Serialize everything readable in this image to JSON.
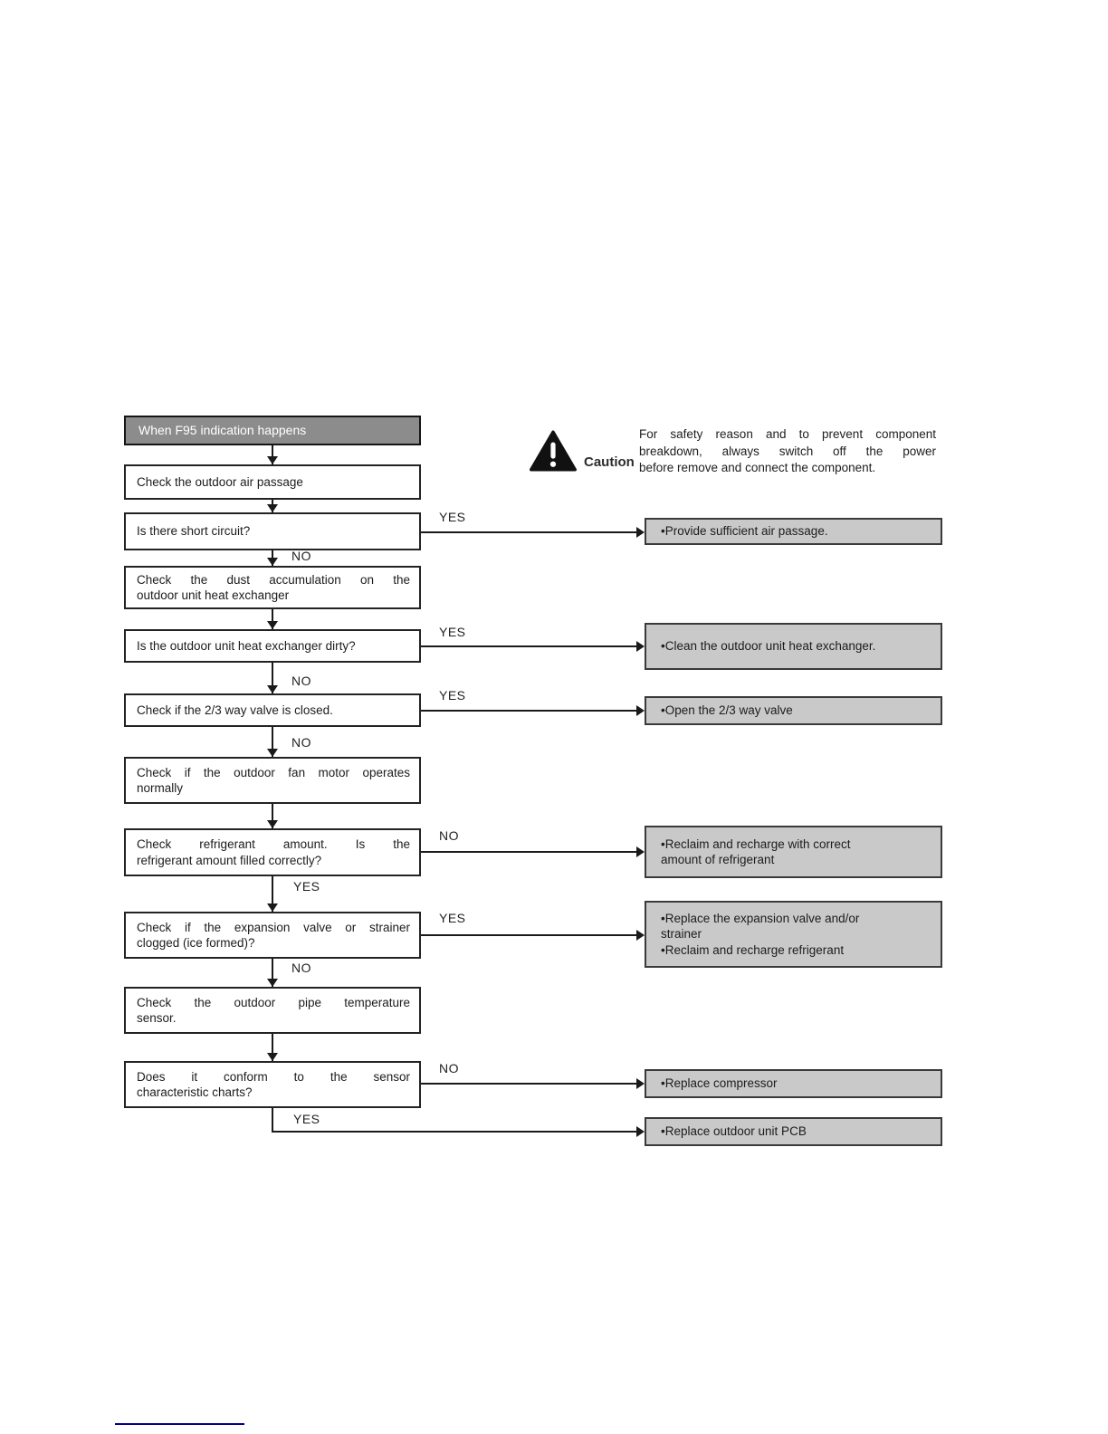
{
  "labels": {
    "yes": "YES",
    "no": "NO"
  },
  "caution": {
    "title": "Caution",
    "lines": [
      "For safety reason and to prevent component",
      "breakdown, always switch off the power",
      "before remove and connect the component."
    ]
  },
  "flowchart": {
    "start": {
      "lines": [
        "When F95 indication happens"
      ]
    },
    "steps": [
      {
        "lines": [
          "Check the outdoor air passage"
        ]
      },
      {
        "lines": [
          "Is there short circuit?"
        ]
      },
      {
        "lines": [
          "Check the dust accumulation on the",
          "outdoor unit heat exchanger"
        ]
      },
      {
        "lines": [
          "Is the outdoor unit heat exchanger dirty?"
        ]
      },
      {
        "lines": [
          "Check if the 2/3 way valve is closed."
        ]
      },
      {
        "lines": [
          "Check if the outdoor fan motor operates",
          "normally"
        ]
      },
      {
        "lines": [
          "Check refrigerant amount. Is the",
          "refrigerant amount filled correctly?"
        ]
      },
      {
        "lines": [
          "Check if the expansion valve or strainer",
          "clogged (ice formed)?"
        ]
      },
      {
        "lines": [
          "Check the outdoor pipe temperature",
          "sensor."
        ]
      },
      {
        "lines": [
          "Does it conform to the sensor",
          "characteristic charts?"
        ]
      }
    ],
    "actions": [
      {
        "lines": [
          "•Provide sufficient air passage."
        ]
      },
      {
        "lines": [
          "•Clean the outdoor unit heat exchanger."
        ]
      },
      {
        "lines": [
          "•Open the 2/3 way valve"
        ]
      },
      {
        "lines": [
          "•Reclaim and recharge with correct",
          "amount of refrigerant"
        ]
      },
      {
        "lines": [
          "•Replace the expansion valve and/or",
          "strainer",
          "•Reclaim and recharge refrigerant"
        ]
      },
      {
        "lines": [
          "•Replace compressor"
        ]
      },
      {
        "lines": [
          "•Replace outdoor unit PCB"
        ]
      }
    ]
  },
  "colors": {
    "start_box_bg": "#8c8c8c",
    "action_box_bg": "#c9c9c9",
    "connector": "#1a1a1a",
    "footer_line": "#00008b"
  }
}
